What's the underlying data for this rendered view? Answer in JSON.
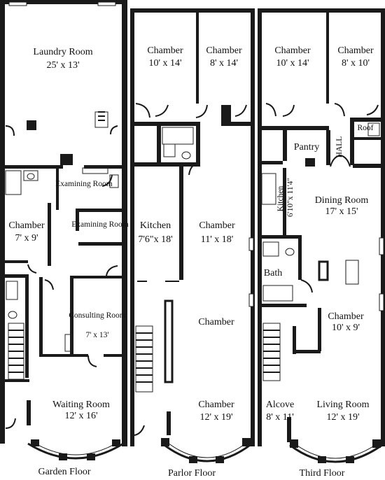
{
  "floors": [
    {
      "name": "Garden Floor",
      "rooms": [
        {
          "name": "Laundry Room",
          "size": "25' x 13'"
        },
        {
          "name": "Examining Room",
          "size": ""
        },
        {
          "name": "Examining Room",
          "size": ""
        },
        {
          "name": "Chamber",
          "size": "7' x 9'"
        },
        {
          "name": "Consulting Room",
          "size": "7' x 13'"
        },
        {
          "name": "Waiting Room",
          "size": "12' x 16'"
        }
      ]
    },
    {
      "name": "Parlor Floor",
      "rooms": [
        {
          "name": "Chamber",
          "size": "10' x 14'"
        },
        {
          "name": "Chamber",
          "size": "8' x 14'"
        },
        {
          "name": "Kitchen",
          "size": "7'6\"x 18'"
        },
        {
          "name": "Chamber",
          "size": "11' x 18'"
        },
        {
          "name": "Chamber",
          "size": ""
        },
        {
          "name": "Chamber",
          "size": "12' x 19'"
        }
      ]
    },
    {
      "name": "Third Floor",
      "rooms": [
        {
          "name": "Chamber",
          "size": "10' x 14'"
        },
        {
          "name": "Chamber",
          "size": "8' x 10'"
        },
        {
          "name": "Pantry",
          "size": ""
        },
        {
          "name": "HALL",
          "size": ""
        },
        {
          "name": "Roof",
          "size": ""
        },
        {
          "name": "Kitchen",
          "size": "6'10\"x 11'4\""
        },
        {
          "name": "Dining Room",
          "size": "17' x 15'"
        },
        {
          "name": "Bath",
          "size": ""
        },
        {
          "name": "Chamber",
          "size": "10' x 9'"
        },
        {
          "name": "Alcove",
          "size": "8' x 11'"
        },
        {
          "name": "Living Room",
          "size": "12' x 19'"
        }
      ]
    }
  ]
}
